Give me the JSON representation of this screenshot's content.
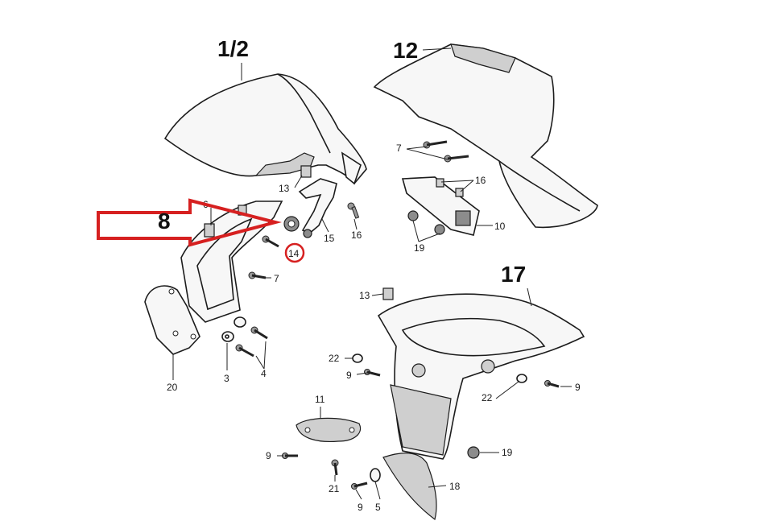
{
  "assemblies": {
    "front_fender": "1/2",
    "rear_cover": "12",
    "under_tray": "17",
    "side_panel": "8"
  },
  "callouts": [
    "13",
    "6",
    "15",
    "16",
    "14",
    "7",
    "3",
    "4",
    "20",
    "7",
    "16",
    "10",
    "19",
    "13",
    "22",
    "9",
    "9",
    "22",
    "11",
    "9",
    "21",
    "9",
    "5",
    "18",
    "19"
  ],
  "highlight": {
    "arrow_color": "#d62020",
    "circle_color": "#d62020",
    "circled_part": "14"
  }
}
